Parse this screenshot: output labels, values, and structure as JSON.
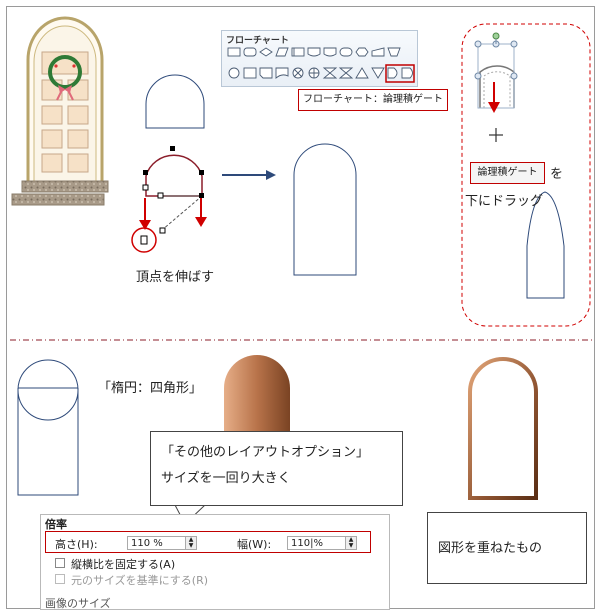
{
  "flowchart": {
    "panel_title": "フローチャート",
    "tooltip": "フローチャート：論理積ゲート"
  },
  "labels": {
    "extend_vertex": "頂点を伸ばす",
    "shape_name": "論理積ゲート",
    "suffix_wo": "を",
    "drag_down": "下にドラッグ",
    "ellipse_rect": "「楕円：四角形」",
    "overlay": "図形を重ねたもの"
  },
  "callout": {
    "line1": "「その他のレイアウトオプション」",
    "line2": "サイズを一回り大きく"
  },
  "dialog": {
    "section_scale": "倍率",
    "height_label": "高さ(H):",
    "height_value": "110 %",
    "width_label": "幅(W):",
    "width_value": "110|%",
    "lock_aspect": "縦横比を固定する(A)",
    "relative_original": "元のサイズを基準にする(R)",
    "section_more": "画像のサイズ"
  },
  "colors": {
    "accent_red": "#d00000",
    "shape_blue": "#2e4a7a",
    "gradient_copper_light": "#e0a37a",
    "gradient_copper_dark": "#7a4323"
  }
}
